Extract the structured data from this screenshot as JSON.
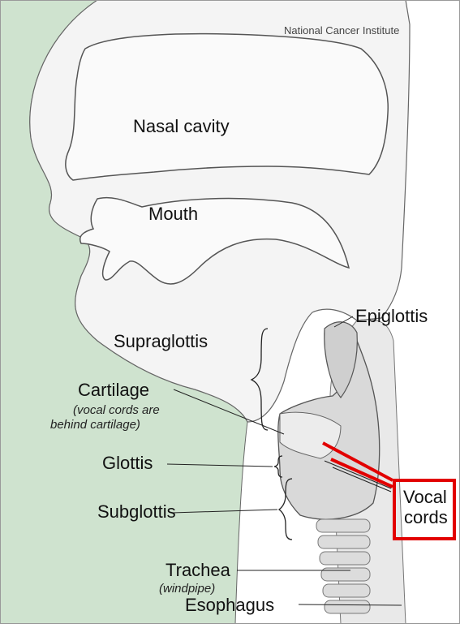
{
  "credit": "National Cancer Institute",
  "labels": {
    "nasal_cavity": "Nasal cavity",
    "mouth": "Mouth",
    "epiglottis": "Epiglottis",
    "supraglottis": "Supraglottis",
    "cartilage": "Cartilage",
    "cartilage_note_1": "(vocal cords are",
    "cartilage_note_2": "behind cartilage)",
    "glottis": "Glottis",
    "subglottis": "Subglottis",
    "trachea": "Trachea",
    "trachea_note": "(windpipe)",
    "esophagus": "Esophagus"
  },
  "highlight": {
    "line1": "Vocal",
    "line2": "cords",
    "color": "#e20000"
  },
  "colors": {
    "skin_background": "#cfe3cf",
    "tissue": "#f2f2f2",
    "outline": "#555555"
  }
}
